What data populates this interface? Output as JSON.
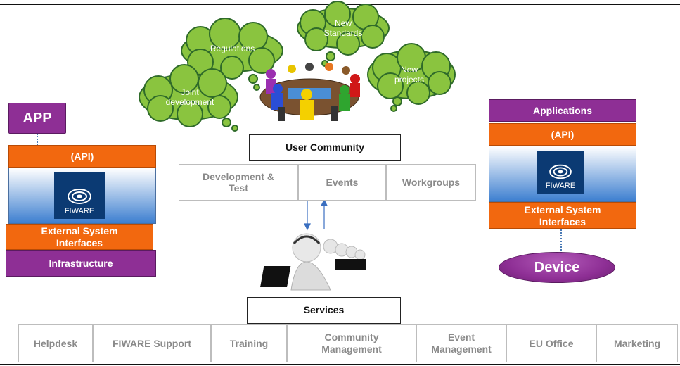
{
  "clouds": {
    "regulations": "Regulations",
    "new_standards_1": "New",
    "new_standards_2": "Standards",
    "new_projects_1": "New",
    "new_projects_2": "projects",
    "joint_development_1": "Joint",
    "joint_development_2": "development"
  },
  "user_community": {
    "title": "User Community",
    "boxes": [
      "Development &",
      "Test",
      "Events",
      "Workgroups"
    ]
  },
  "left_stack": {
    "app": "APP",
    "api": "(API)",
    "logo_text": "FIWARE",
    "ext_1": "External System",
    "ext_2": "Interfaces",
    "infrastructure": "Infrastructure"
  },
  "right_stack": {
    "applications": "Applications",
    "api": "(API)",
    "logo_text": "FIWARE",
    "ext_1": "External System",
    "ext_2": "Interfaces",
    "device": "Device"
  },
  "services": {
    "title": "Services",
    "items": [
      "Helpdesk",
      "FIWARE Support",
      "Training",
      "Community",
      "Management",
      "Event",
      "Management",
      "EU Office",
      "Marketing"
    ]
  },
  "colors": {
    "cloud_green": "#8ac43f",
    "purple": "#8e2f95",
    "orange": "#f2680f",
    "logo_blue": "#0b3a73"
  }
}
